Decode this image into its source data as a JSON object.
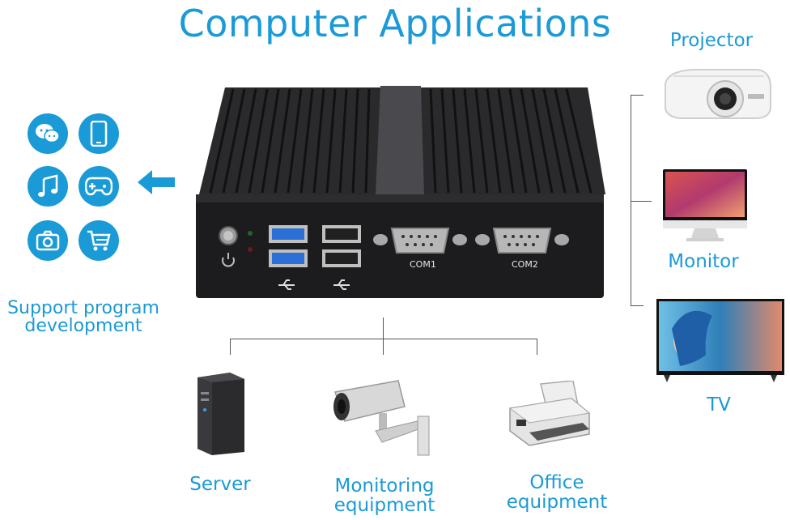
{
  "title": "Computer Applications",
  "left_label_line1": "Support program",
  "left_label_line2": "development",
  "devices": {
    "projector": "Projector",
    "monitor": "Monitor",
    "tv": "TV",
    "server": "Server",
    "monitoring_line1": "Monitoring",
    "monitoring_line2": "equipment",
    "office_line1": "Office",
    "office_line2": "equipment"
  },
  "ports": {
    "com1": "COM1",
    "com2": "COM2"
  },
  "icons": [
    "chat-icon",
    "smartphone-icon",
    "music-note-icon",
    "gamepad-icon",
    "camera-icon",
    "shopping-cart-icon"
  ],
  "colors": {
    "accent": "#1a9ad6",
    "case": "#1c1c1e",
    "line": "#555555"
  }
}
